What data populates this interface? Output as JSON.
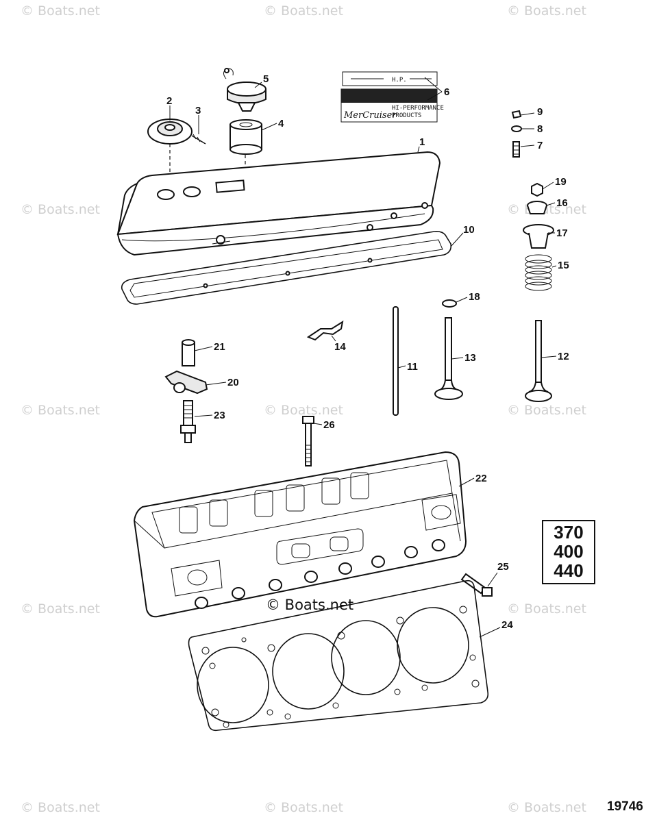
{
  "watermark": "© Boats.net",
  "center_watermark": "© Boats.net",
  "figure_number": "19746",
  "model_box": {
    "lines": [
      "370",
      "400",
      "440"
    ]
  },
  "decal": {
    "hp_label": "H.P.",
    "brand": "MerCruiser",
    "perf_line1": "HI-PERFORMANCE",
    "perf_line2": "PRODUCTS"
  },
  "callouts": [
    "1",
    "2",
    "3",
    "4",
    "5",
    "6",
    "7",
    "8",
    "9",
    "10",
    "11",
    "12",
    "13",
    "14",
    "15",
    "16",
    "17",
    "18",
    "19",
    "20",
    "21",
    "22",
    "23",
    "24",
    "25",
    "26"
  ]
}
